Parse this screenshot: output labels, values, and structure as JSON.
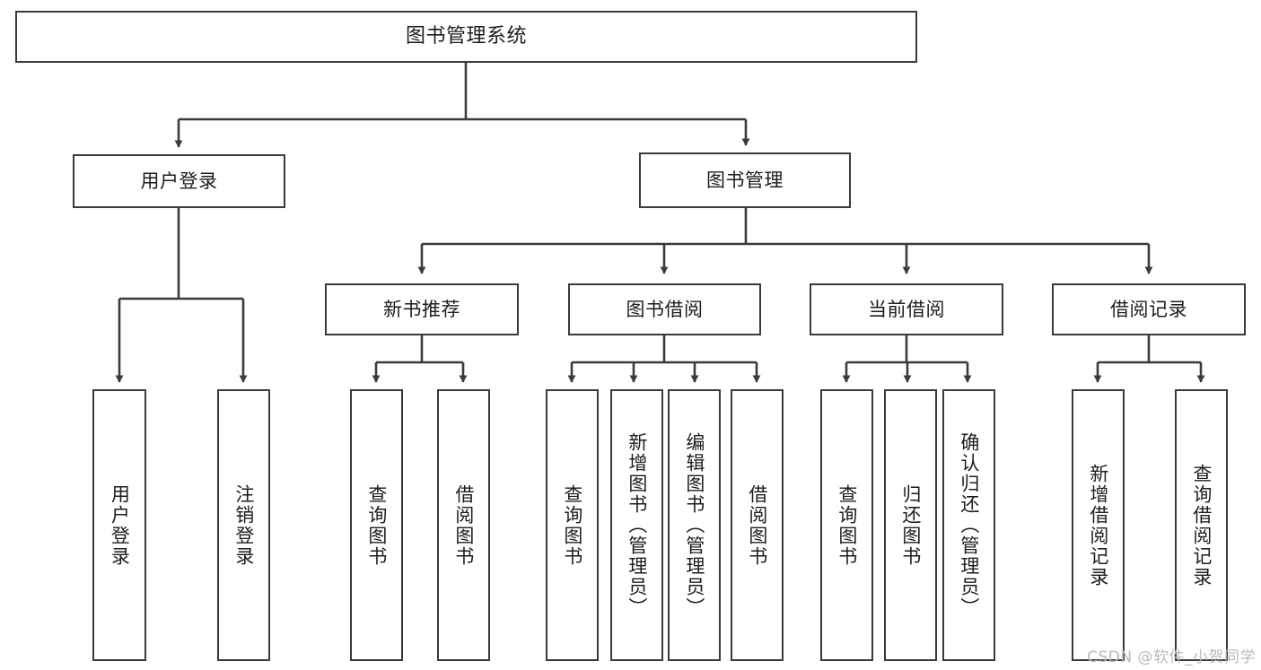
{
  "diagram": {
    "type": "tree-hierarchy",
    "title": "图书管理系统",
    "watermark": "CSDN @软件_小贺同学",
    "colors": {
      "box_stroke": "#3a3a3a",
      "box_fill": "#ffffff",
      "edge": "#3a3a3a",
      "text": "#1d1d1d",
      "watermark": "#b9b9b9"
    },
    "nodes": {
      "root": {
        "label": "图书管理系统"
      },
      "level2": [
        {
          "id": "user-login",
          "label": "用户登录"
        },
        {
          "id": "book-management",
          "label": "图书管理"
        }
      ],
      "level3": [
        {
          "id": "new-book-recommend",
          "label": "新书推荐"
        },
        {
          "id": "book-borrow",
          "label": "图书借阅"
        },
        {
          "id": "current-borrow",
          "label": "当前借阅"
        },
        {
          "id": "borrow-record",
          "label": "借阅记录"
        }
      ],
      "leaves": [
        {
          "id": "leaf-user-login",
          "label": "用户登录",
          "parent": "user-login"
        },
        {
          "id": "leaf-logout-login",
          "label": "注销登录",
          "parent": "user-login"
        },
        {
          "id": "leaf-query-book-1",
          "label": "查询图书",
          "parent": "new-book-recommend"
        },
        {
          "id": "leaf-borrow-book-1",
          "label": "借阅图书",
          "parent": "new-book-recommend"
        },
        {
          "id": "leaf-query-book-2",
          "label": "查询图书",
          "parent": "book-borrow"
        },
        {
          "id": "leaf-add-book",
          "label": "新增图书（管理员）",
          "parent": "book-borrow"
        },
        {
          "id": "leaf-edit-book",
          "label": "编辑图书（管理员）",
          "parent": "book-borrow"
        },
        {
          "id": "leaf-borrow-book-2",
          "label": "借阅图书",
          "parent": "book-borrow"
        },
        {
          "id": "leaf-query-book-3",
          "label": "查询图书",
          "parent": "current-borrow"
        },
        {
          "id": "leaf-return-book",
          "label": "归还图书",
          "parent": "current-borrow"
        },
        {
          "id": "leaf-confirm-return",
          "label": "确认归还（管理员）",
          "parent": "current-borrow"
        },
        {
          "id": "leaf-add-record",
          "label": "新增借阅记录",
          "parent": "borrow-record"
        },
        {
          "id": "leaf-query-record",
          "label": "查询借阅记录",
          "parent": "borrow-record"
        }
      ]
    }
  }
}
